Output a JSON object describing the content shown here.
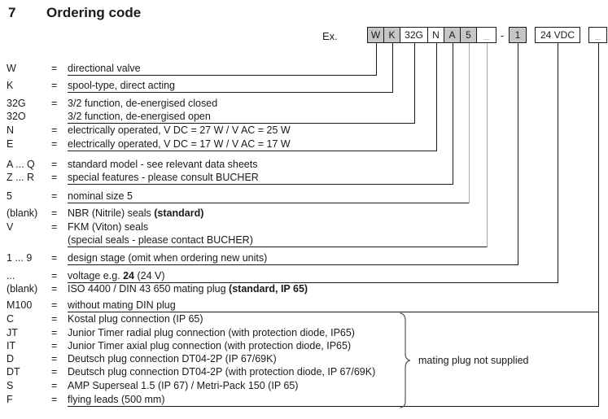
{
  "title": {
    "number": "7",
    "text": "Ordering code"
  },
  "example": {
    "label": "Ex.",
    "separator": "-",
    "boxes": [
      {
        "id": "W",
        "label": "W",
        "gray": true,
        "placeholder": false,
        "gray_line": false
      },
      {
        "id": "K",
        "label": "K",
        "gray": true,
        "placeholder": false,
        "gray_line": false
      },
      {
        "id": "32G",
        "label": "32G",
        "gray": false,
        "placeholder": false,
        "gray_line": false
      },
      {
        "id": "N",
        "label": "N",
        "gray": false,
        "placeholder": false,
        "gray_line": false
      },
      {
        "id": "A",
        "label": "A",
        "gray": true,
        "placeholder": false,
        "gray_line": false
      },
      {
        "id": "5",
        "label": "5",
        "gray": true,
        "placeholder": false,
        "gray_line": true
      },
      {
        "id": "seal",
        "label": "_",
        "gray": false,
        "placeholder": true,
        "gray_line": true
      },
      {
        "id": "design",
        "label": "1",
        "gray": true,
        "placeholder": false,
        "gray_line": false
      },
      {
        "id": "voltage",
        "label": "24 VDC",
        "gray": false,
        "placeholder": false,
        "gray_line": false
      },
      {
        "id": "plug",
        "label": "_",
        "gray": false,
        "placeholder": true,
        "gray_line": false
      }
    ]
  },
  "rows": [
    {
      "code": "W",
      "eq": "=",
      "parts": [
        {
          "t": "directional valve"
        }
      ],
      "link": "W"
    },
    {
      "code": "K",
      "eq": "=",
      "parts": [
        {
          "t": "spool-type, direct acting"
        }
      ],
      "link": "K"
    },
    {
      "code": "32G",
      "eq": "=",
      "parts": [
        {
          "t": "3/2 function, de-energised closed"
        }
      ],
      "link": null
    },
    {
      "code": "32O",
      "eq": "",
      "parts": [
        {
          "t": "3/2 function, de-energised open"
        }
      ],
      "link": "32G"
    },
    {
      "code": "N",
      "eq": "=",
      "parts": [
        {
          "t": "electrically operated, V DC = 27 W / V AC = 25 W"
        }
      ],
      "link": null
    },
    {
      "code": "E",
      "eq": "=",
      "parts": [
        {
          "t": "electrically operated, V DC = 17 W / V AC = 17 W"
        }
      ],
      "link": "N"
    },
    {
      "code": "A ... Q",
      "eq": "=",
      "parts": [
        {
          "t": "standard model - see relevant data sheets"
        }
      ],
      "link": null
    },
    {
      "code": "Z ... R",
      "eq": "=",
      "parts": [
        {
          "t": "special features - please consult BUCHER"
        }
      ],
      "link": "A"
    },
    {
      "code": "5",
      "eq": "=",
      "parts": [
        {
          "t": "nominal size 5"
        }
      ],
      "link": "5"
    },
    {
      "code": "(blank)",
      "eq": "=",
      "parts": [
        {
          "t": "NBR (Nitrile) seals "
        },
        {
          "t": "(standard)",
          "b": true
        }
      ],
      "link": null
    },
    {
      "code": "V",
      "eq": "=",
      "parts": [
        {
          "t": "FKM (Viton) seals"
        }
      ],
      "link": null
    },
    {
      "code": "",
      "eq": "",
      "parts": [
        {
          "t": "(special seals - please contact BUCHER)"
        }
      ],
      "link": "seal"
    },
    {
      "code": "1 ... 9",
      "eq": "=",
      "parts": [
        {
          "t": "design stage (omit when ordering new units)"
        }
      ],
      "link": "design"
    },
    {
      "code": "...",
      "eq": "=",
      "parts": [
        {
          "t": "voltage e.g. "
        },
        {
          "t": "24",
          "b": true
        },
        {
          "t": " (24 V)"
        }
      ],
      "link": "voltage"
    },
    {
      "code": "(blank)",
      "eq": "=",
      "parts": [
        {
          "t": "ISO 4400 / DIN 43 650 mating plug "
        },
        {
          "t": "(standard, IP 65)",
          "b": true
        }
      ],
      "link": null
    },
    {
      "code": "M100",
      "eq": "=",
      "parts": [
        {
          "t": "without mating DIN plug"
        }
      ],
      "link": "plug"
    },
    {
      "code": "C",
      "eq": "=",
      "parts": [
        {
          "t": "Kostal plug connection (IP 65)"
        }
      ],
      "link": null
    },
    {
      "code": "JT",
      "eq": "=",
      "parts": [
        {
          "t": "Junior Timer radial plug connection (with protection diode, IP65)"
        }
      ],
      "link": null
    },
    {
      "code": "IT",
      "eq": "=",
      "parts": [
        {
          "t": "Junior Timer axial plug connection (with protection diode, IP65)"
        }
      ],
      "link": null
    },
    {
      "code": "D",
      "eq": "=",
      "parts": [
        {
          "t": "Deutsch plug connection DT04-2P (IP 67/69K)"
        }
      ],
      "link": null
    },
    {
      "code": "DT",
      "eq": "=",
      "parts": [
        {
          "t": "Deutsch plug connection DT04-2P (with protection diode, IP 67/69K)"
        }
      ],
      "link": null
    },
    {
      "code": "S",
      "eq": "=",
      "parts": [
        {
          "t": "AMP Superseal 1.5 (IP 67) / Metri-Pack 150 (IP 65)"
        }
      ],
      "link": null
    },
    {
      "code": "F",
      "eq": "=",
      "parts": [
        {
          "t": "flying leads (500 mm)"
        }
      ],
      "link": "plug"
    }
  ],
  "brace_note": "mating plug not supplied",
  "colors": {
    "box_gray": "#c6c6c6",
    "line_black": "#1a1a1a",
    "line_gray": "#a8a8a8",
    "placeholder_text": "#8a8a8a"
  }
}
